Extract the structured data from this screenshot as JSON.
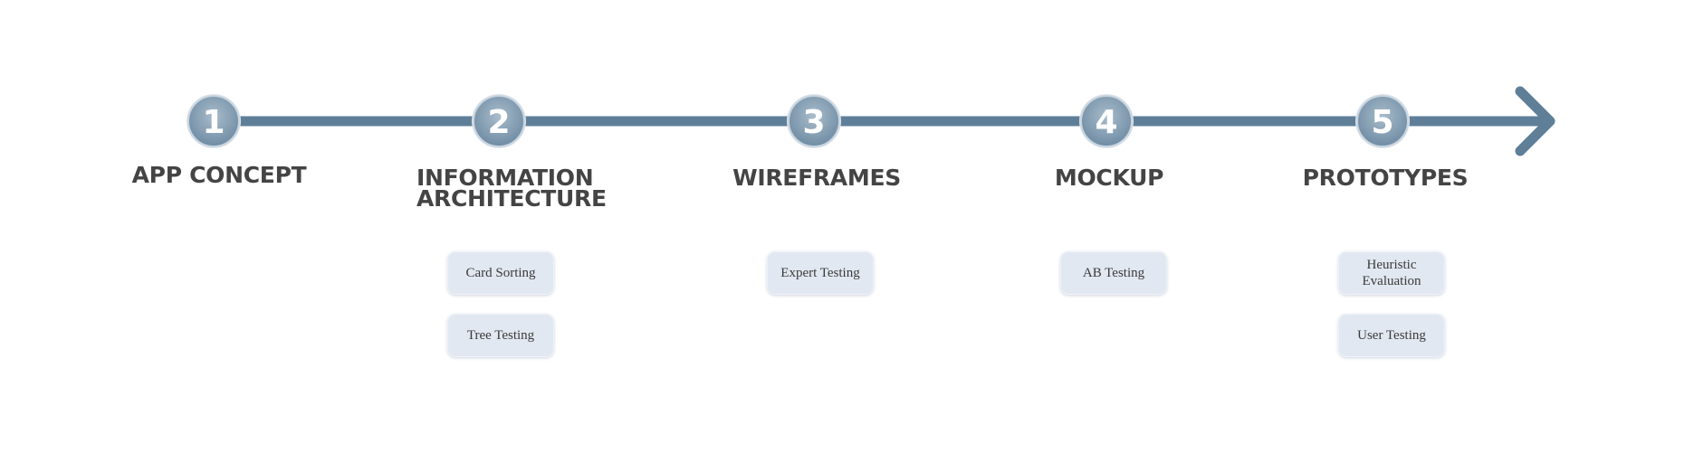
{
  "diagram": {
    "accent_color": "#5f7f99",
    "node_color": "#8aa3b8",
    "stages": [
      {
        "number": "1",
        "label": "APP CONCEPT",
        "methods": []
      },
      {
        "number": "2",
        "label": "INFORMATION ARCHITECTURE",
        "methods": [
          "Card Sorting",
          "Tree Testing"
        ]
      },
      {
        "number": "3",
        "label": "WIREFRAMES",
        "methods": [
          "Expert Testing"
        ]
      },
      {
        "number": "4",
        "label": "MOCKUP",
        "methods": [
          "AB Testing"
        ]
      },
      {
        "number": "5",
        "label": "PROTOTYPES",
        "methods": [
          "Heuristic Evaluation",
          "User Testing"
        ]
      }
    ]
  }
}
